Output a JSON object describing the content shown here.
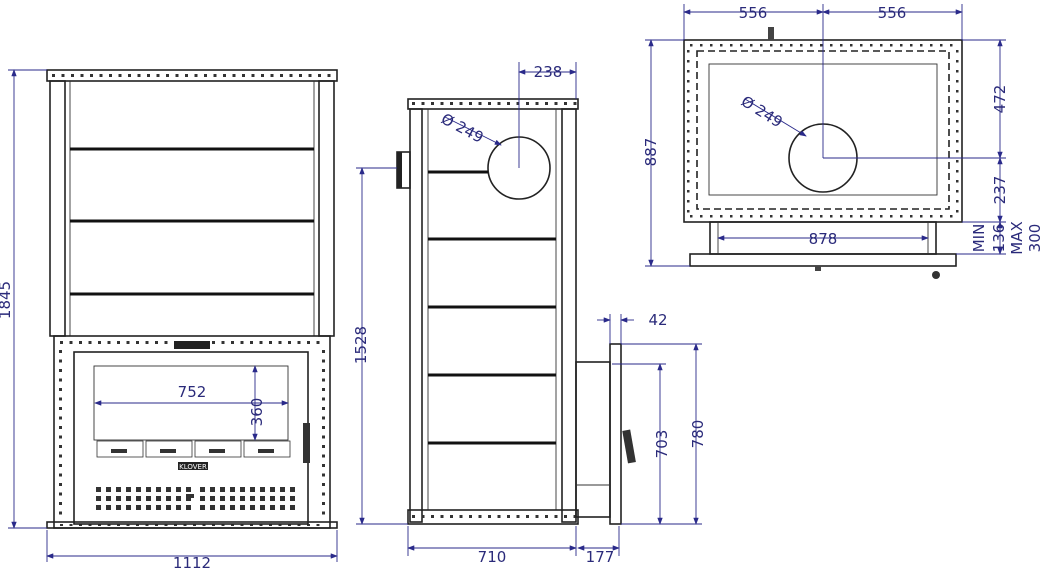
{
  "front_view": {
    "overall_height": "1845",
    "overall_width": "1112",
    "window_width": "752",
    "window_height": "360",
    "brand_label": "KLOVER"
  },
  "side_view": {
    "flue_offset": "238",
    "flue_diameter": "Ø 249",
    "flue_height": "1528",
    "depth": "710",
    "door_depth": "177",
    "door_thickness": "42",
    "door_opening": "703",
    "door_height": "780"
  },
  "top_view": {
    "half_width_left": "556",
    "half_width_right": "556",
    "depth": "887",
    "rear_to_flue": "472",
    "flue_to_front": "237",
    "flue_diameter": "Ø 249",
    "inner_width": "878",
    "min_label": "MIN",
    "min_value": "136",
    "max_label": "MAX",
    "max_value": "300"
  },
  "colors": {
    "dimension": "#2a2a8a",
    "outline": "#222222"
  }
}
